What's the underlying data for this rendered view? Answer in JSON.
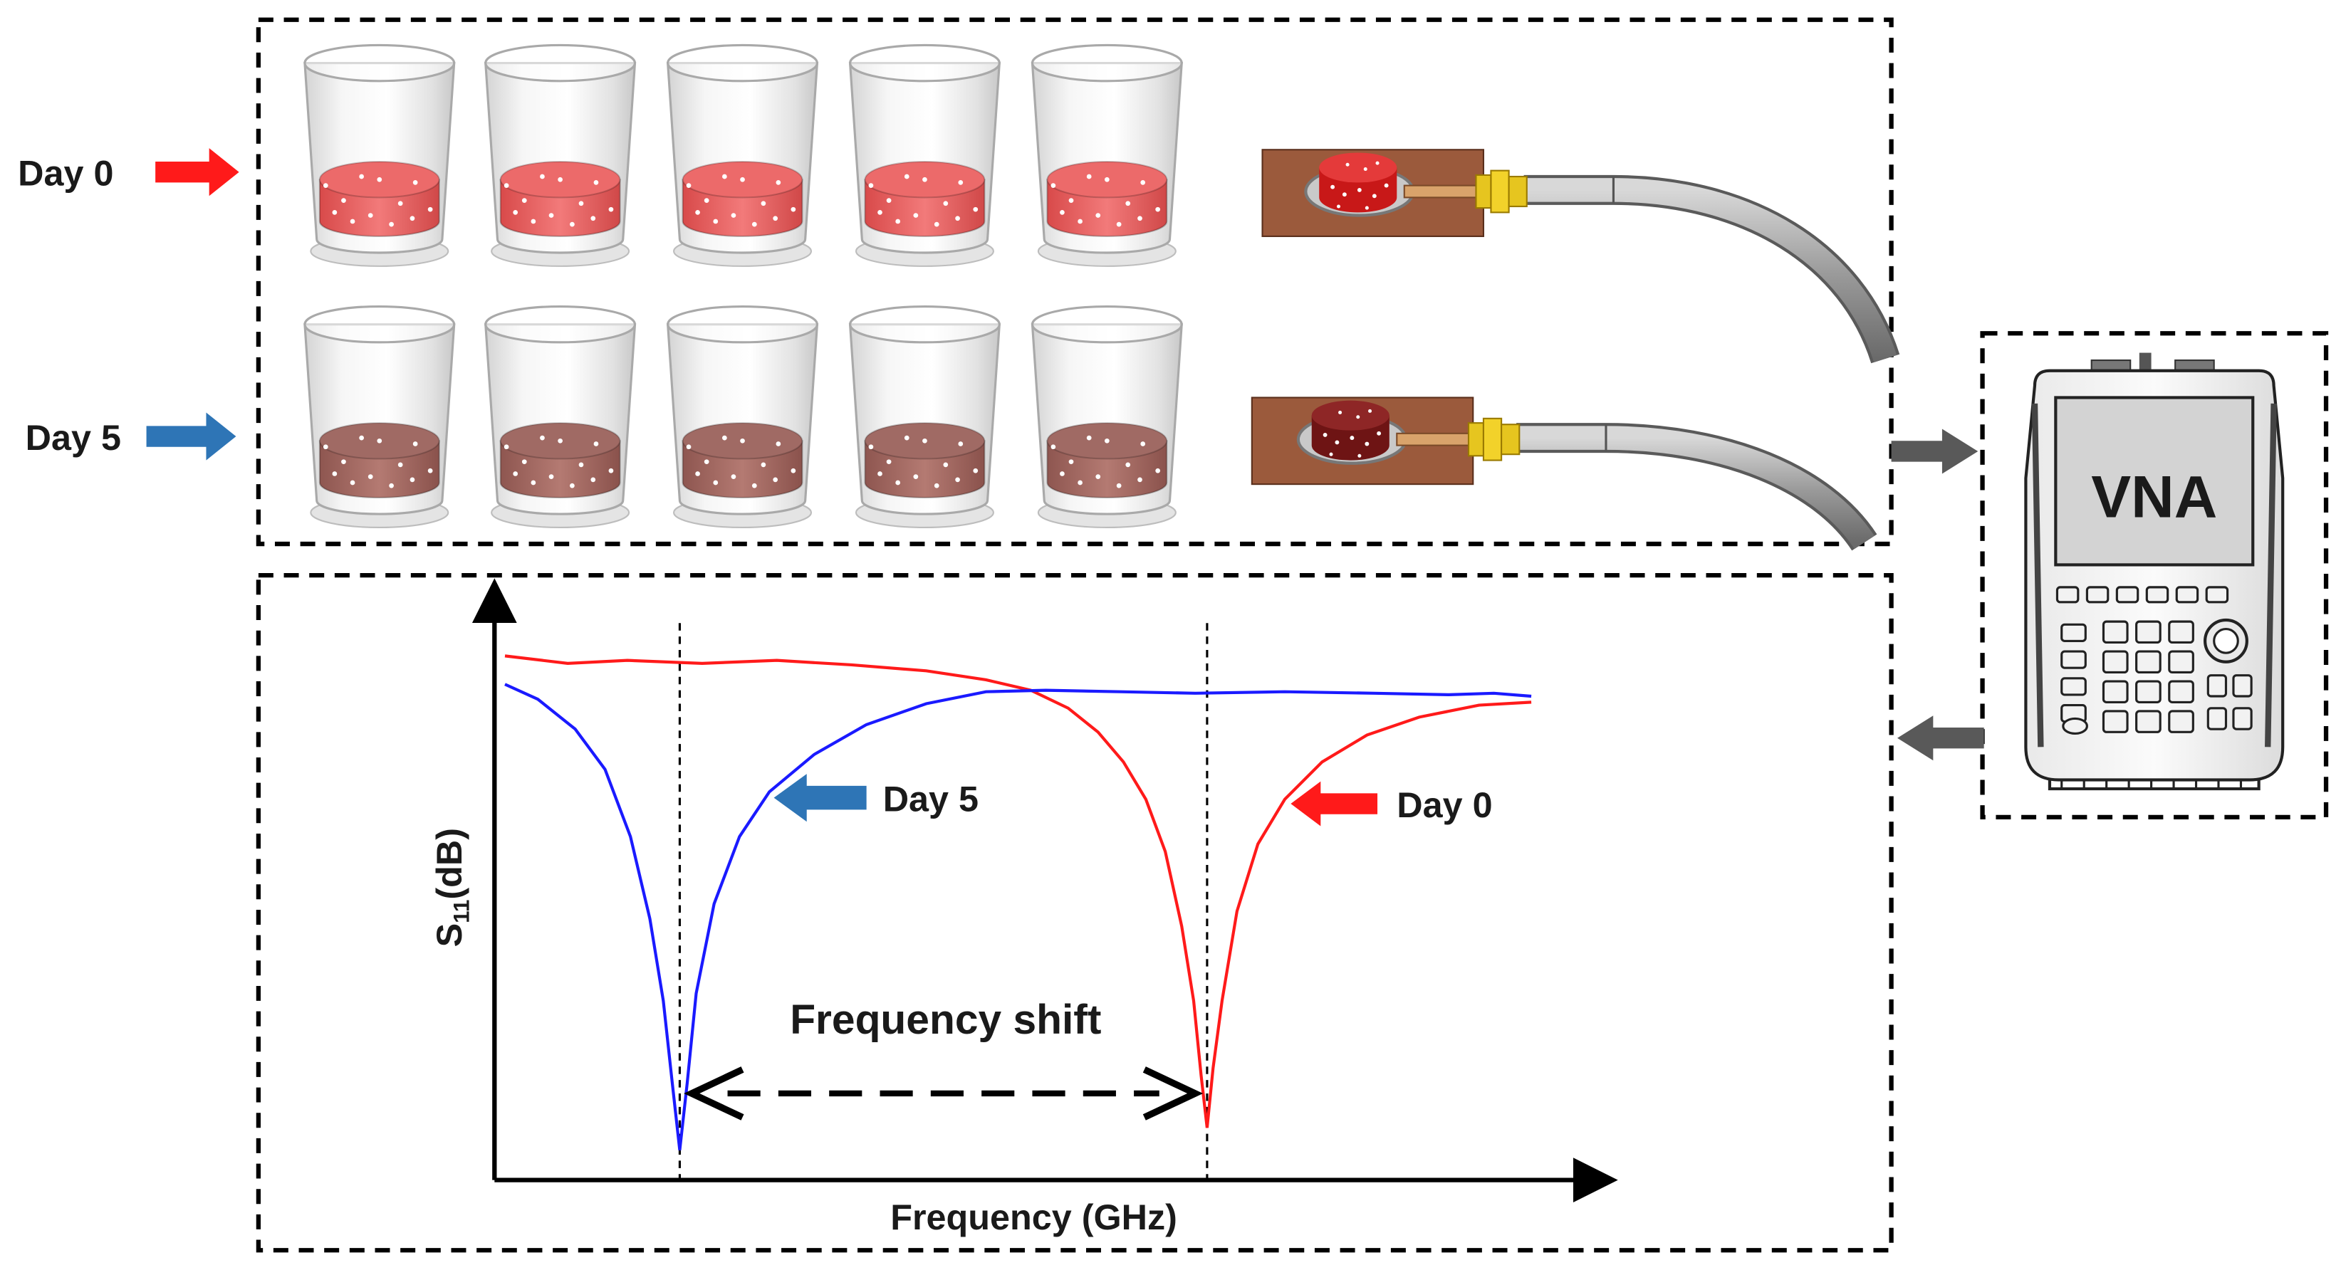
{
  "rows": {
    "day0": {
      "label": "Day 0",
      "arrow_color": "#ff1a1a",
      "sample_color": "#f07070"
    },
    "day5": {
      "label": "Day 5",
      "arrow_color": "#2e75b6",
      "sample_color": "#a86c66"
    }
  },
  "device": {
    "label": "VNA"
  },
  "plot": {
    "ylabel_main": "S",
    "ylabel_sub": "11",
    "ylabel_unit": "(dB)",
    "xlabel": "Frequency (GHz)",
    "shift_label": "Frequency shift",
    "annotation_day5": "Day 5",
    "annotation_day0": "Day 0",
    "curve_day5_color": "#1a1aff",
    "curve_day0_color": "#ff1a1a"
  }
}
